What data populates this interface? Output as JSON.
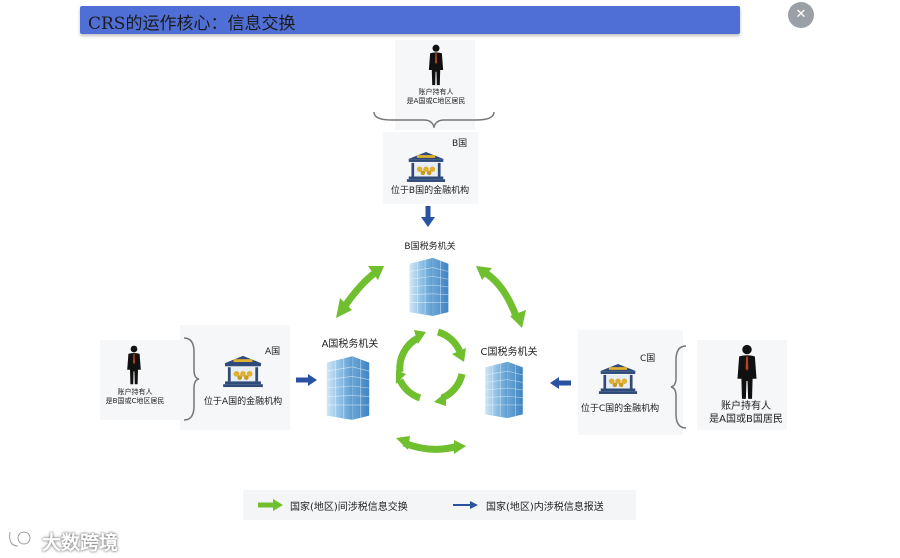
{
  "title": "CRS的运作核心：信息交换",
  "close_icon": "screenshot-close-icon",
  "top": {
    "holder_title": "账户持有人",
    "holder_desc": "是A国或C地区居民",
    "country_letter": "B国",
    "bank_label": "位于B国的金融机构",
    "tax_label": "B国税务机关"
  },
  "left": {
    "holder_title": "账户持有人",
    "holder_desc": "是B国或C地区居民",
    "country_letter": "A国",
    "bank_label": "位于A国的金融机构",
    "tax_label": "A国税务机关"
  },
  "right": {
    "holder_title": "账户持有人",
    "holder_desc": "是A国或B国居民",
    "country_letter": "C国",
    "bank_label": "位于C国的金融机构",
    "tax_label": "C国税务机关"
  },
  "legend": {
    "exchange": "国家(地区)间涉税信息交换",
    "domestic": "国家(地区)内涉税信息报送"
  },
  "watermark": "大数跨境",
  "colors": {
    "title_bar": "#4f6fd6",
    "green_arrow": "#6fbf2e",
    "blue_arrow": "#2952a3",
    "building": "#9ec9e8"
  }
}
